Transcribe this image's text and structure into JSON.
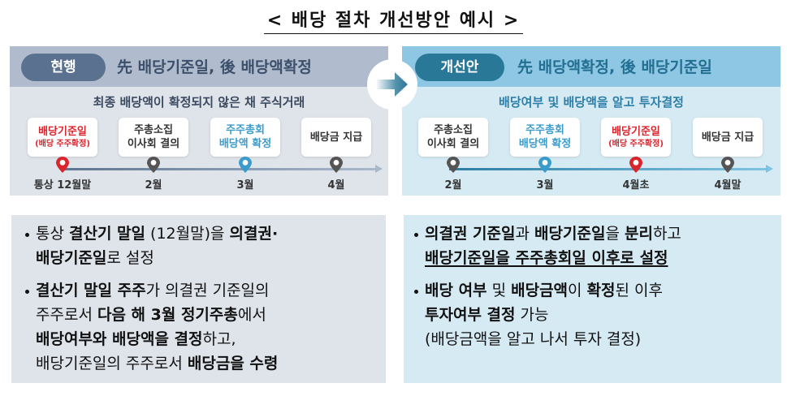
{
  "title": "< 배당 절차 개선방안 예시 >",
  "current": {
    "badge": "현행",
    "heading": "先 배당기준일, 後 배당액확정",
    "subheading": "최종 배당액이 확정되지 않은 채 주식거래",
    "accent_color": "#5a7190",
    "steps": [
      {
        "line1": "배당기준일",
        "line2": "(배당 주주확정)",
        "tick": "통상 12월말",
        "pin": "red-pin-icon"
      },
      {
        "line1": "주총소집",
        "line2": "이사회 결의",
        "tick": "2월",
        "pin": "gray-pin-icon"
      },
      {
        "line1": "주주총회",
        "line2": "배당액 확정",
        "tick": "3월",
        "pin": "blue-pin-icon"
      },
      {
        "line1": "배당금 지급",
        "line2": "",
        "tick": "4월",
        "pin": "gray-pin-icon"
      }
    ],
    "bullets": [
      {
        "parts": [
          "통상 ",
          "결산기 말일",
          " (12월말)을 ",
          "의결권·",
          "배당기준일",
          "로 설정"
        ]
      },
      {
        "parts": [
          "결산기 말일 주주",
          "가 의결권 기준일의",
          "주주로서 ",
          "다음 해 3월 정기주총",
          "에서",
          "배당여부와 배당액을 결정",
          "하고,",
          "배당기준일의 주주로서 ",
          "배당금을 수령"
        ]
      }
    ]
  },
  "improved": {
    "badge": "개선안",
    "heading": "先 배당액확정, 後 배당기준일",
    "subheading": "배당여부 및 배당액을 알고 투자결정",
    "accent_color": "#2a7898",
    "steps": [
      {
        "line1": "주총소집",
        "line2": "이사회 결의",
        "tick": "2월",
        "pin": "gray-pin-icon"
      },
      {
        "line1": "주주총회",
        "line2": "배당액 확정",
        "tick": "3월",
        "pin": "blue-pin-icon"
      },
      {
        "line1": "배당기준일",
        "line2": "(배당 주주확정)",
        "tick": "4월초",
        "pin": "red-pin-icon"
      },
      {
        "line1": "배당금 지급",
        "line2": "",
        "tick": "4월말",
        "pin": "gray-pin-icon"
      }
    ],
    "bullets": [
      {
        "parts": [
          "의결권 기준일",
          "과 ",
          "배당기준일",
          "을 ",
          "분리",
          "하고",
          "배당기준일을 주주총회일 이후로 설정"
        ]
      },
      {
        "parts": [
          "배당 여부",
          " 및 ",
          "배당금액",
          "이 ",
          "확정",
          "된 이후",
          "투자여부 결정",
          " 가능",
          "(배당금액을 알고 나서 투자 결정)"
        ]
      }
    ]
  },
  "colors": {
    "red": "#d9262e",
    "blue": "#3b9ccc",
    "gray": "#555555"
  }
}
